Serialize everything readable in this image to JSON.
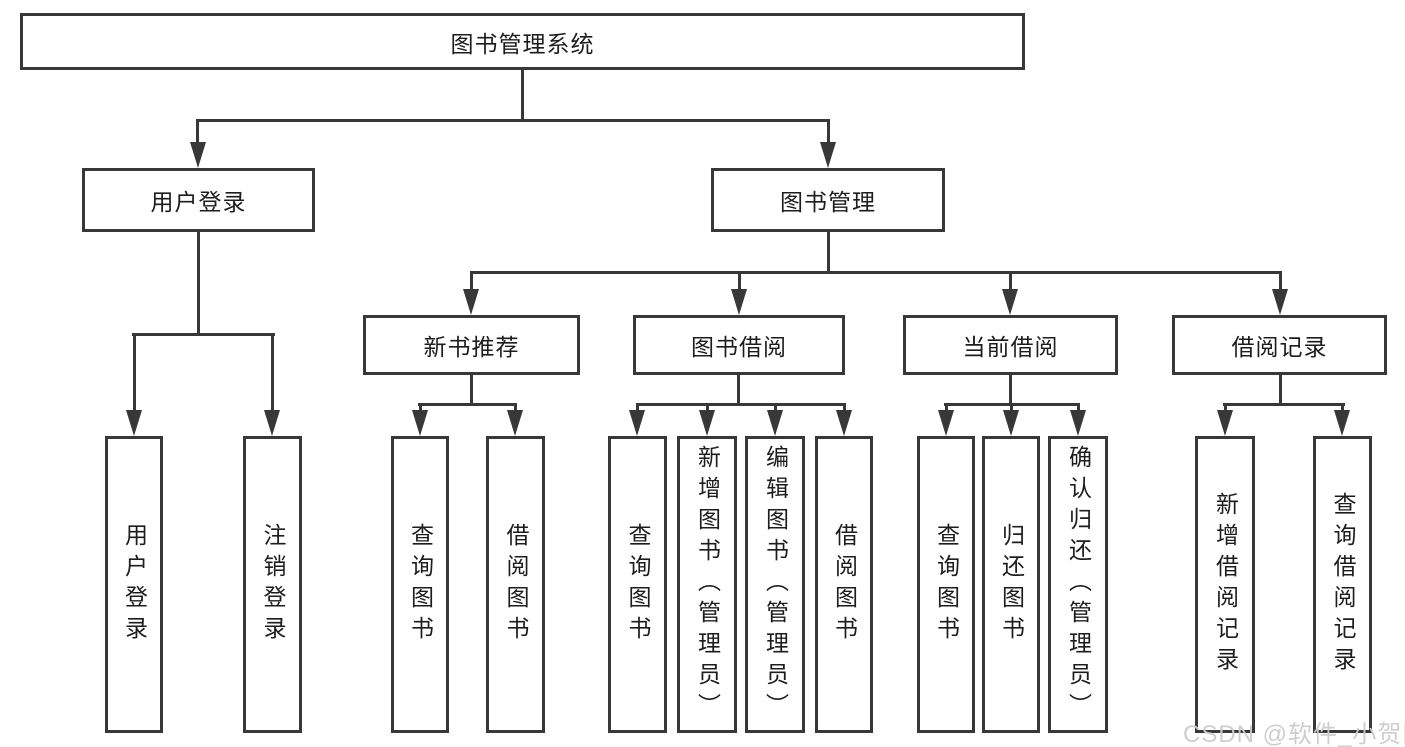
{
  "colors": {
    "line": "#383838",
    "text": "#1d1d1d",
    "background": "#ffffff",
    "watermark": "#cccccc"
  },
  "watermark": {
    "text": "CSDN @软件_小贺同学"
  },
  "tree": {
    "label": "图书管理系统",
    "children": [
      {
        "label": "用户登录",
        "children": [
          {
            "label": "用户登录"
          },
          {
            "label": "注销登录"
          }
        ]
      },
      {
        "label": "图书管理",
        "children": [
          {
            "label": "新书推荐",
            "children": [
              {
                "label": "查询图书"
              },
              {
                "label": "借阅图书"
              }
            ]
          },
          {
            "label": "图书借阅",
            "children": [
              {
                "label": "查询图书"
              },
              {
                "label": "新增图书（管理员）"
              },
              {
                "label": "编辑图书（管理员）"
              },
              {
                "label": "借阅图书"
              }
            ]
          },
          {
            "label": "当前借阅",
            "children": [
              {
                "label": "查询图书"
              },
              {
                "label": "归还图书"
              },
              {
                "label": "确认归还（管理员）"
              }
            ]
          },
          {
            "label": "借阅记录",
            "children": [
              {
                "label": "新增借阅记录"
              },
              {
                "label": "查询借阅记录"
              }
            ]
          }
        ]
      }
    ]
  }
}
